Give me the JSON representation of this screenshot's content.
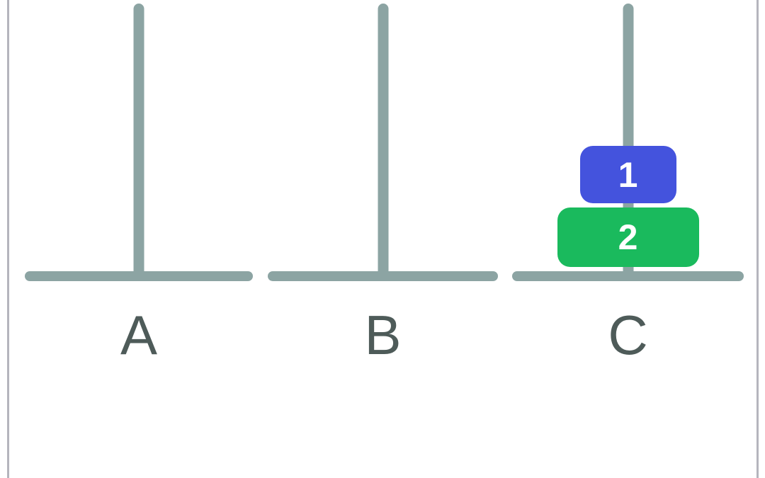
{
  "board": {
    "background": "#ffffff",
    "border_color": "#b5b5bd",
    "peg_color": "#8ca4a3",
    "label_color": "#4e5b59"
  },
  "pegs": [
    {
      "label": "A",
      "disks": []
    },
    {
      "label": "B",
      "disks": []
    },
    {
      "label": "C",
      "disks": [
        {
          "label": "1",
          "size": 1,
          "color": "#4453dd"
        },
        {
          "label": "2",
          "size": 2,
          "color": "#1aba5d"
        }
      ]
    }
  ]
}
